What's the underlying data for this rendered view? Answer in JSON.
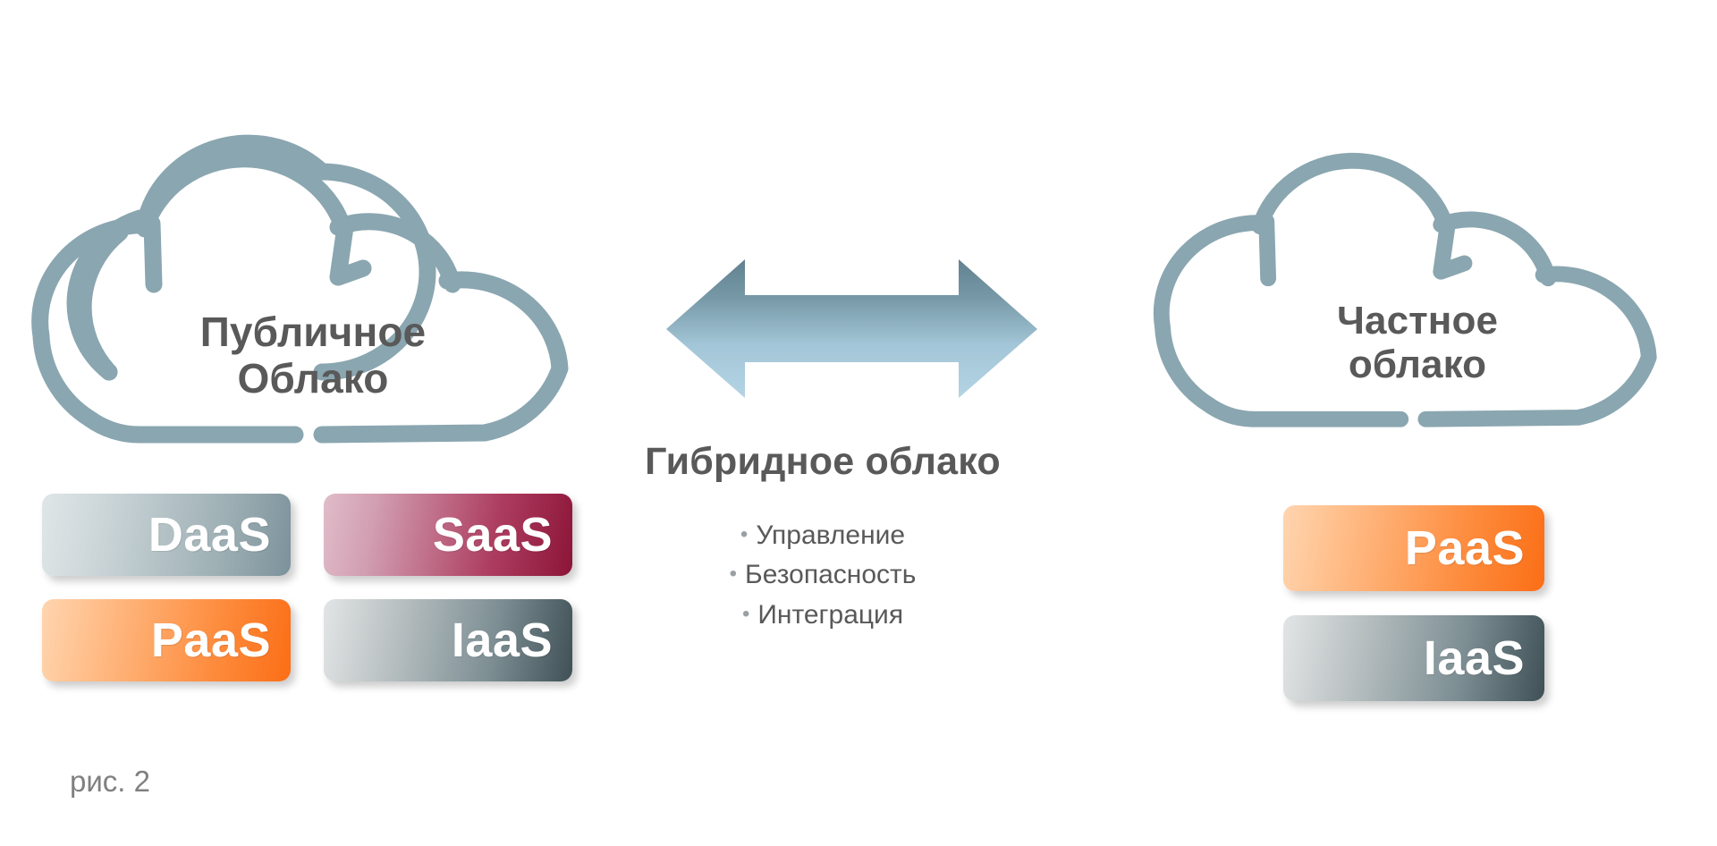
{
  "figure": {
    "caption": "рис. 2"
  },
  "clouds": [
    {
      "id": "public",
      "label": "Публичное\nОблако",
      "services": [
        {
          "name": "DaaS",
          "position": "top-left"
        },
        {
          "name": "SaaS",
          "position": "top-right"
        },
        {
          "name": "PaaS",
          "position": "bottom-left"
        },
        {
          "name": "IaaS",
          "position": "bottom-right"
        }
      ]
    },
    {
      "id": "private",
      "label": "Частное\nоблако",
      "services": [
        {
          "name": "PaaS",
          "position": "top"
        },
        {
          "name": "IaaS",
          "position": "bottom"
        }
      ]
    }
  ],
  "center": {
    "title": "Гибридное облако",
    "bullet_char": "•",
    "bullets": [
      "Управление",
      "Безопасность",
      "Интеграция"
    ],
    "arrow": "double-headed-horizontal-arrow"
  },
  "colors": {
    "cloud_stroke": "#8aa6b0",
    "text": "#595959",
    "caption": "#808080",
    "arrow_top": "#6e8b99",
    "arrow_bottom": "#aed0e0",
    "daas_from": "#dfe6e8",
    "daas_to": "#7c929b",
    "saas_from": "#e0bcc9",
    "saas_to": "#8c1538",
    "paas_from": "#ffd5b0",
    "paas_to": "#fb6e16",
    "iaas_from": "#e2e5e5",
    "iaas_to": "#3f5056",
    "background": "#ffffff"
  }
}
